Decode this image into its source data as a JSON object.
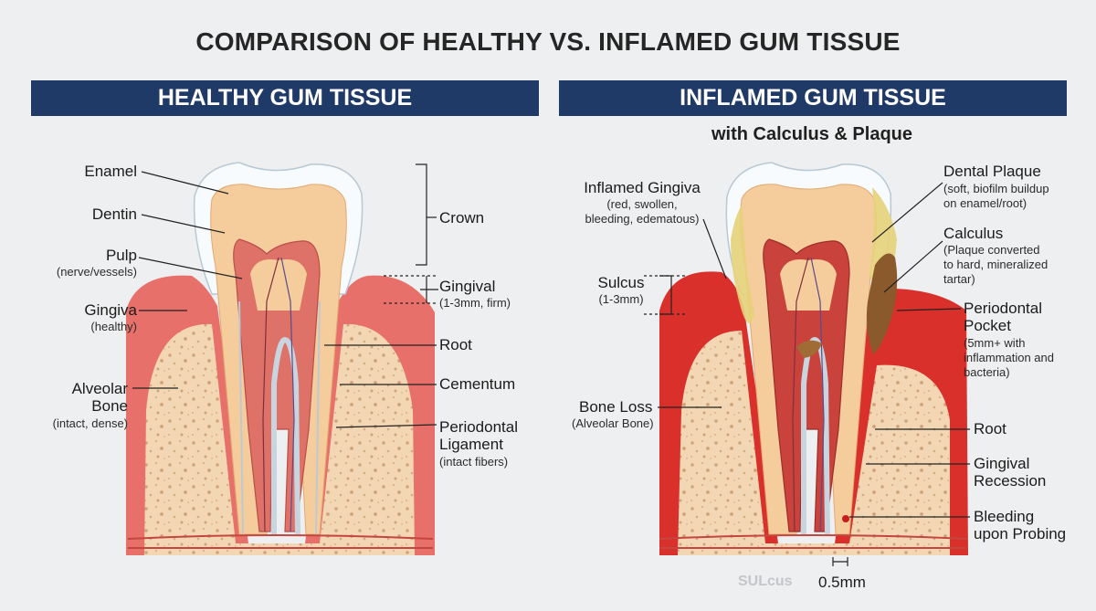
{
  "title": "COMPARISON OF HEALTHY VS. INFLAMED GUM TISSUE",
  "healthy": {
    "header": "HEALTHY GUM TISSUE",
    "labels": {
      "enamel": "Enamel",
      "dentin": "Dentin",
      "pulp": "Pulp",
      "pulp_note": "(nerve/vessels)",
      "gingiva": "Gingiva",
      "gingiva_note": "(healthy)",
      "alveolar_1": "Alveolar",
      "alveolar_2": "Bone",
      "alveolar_note": "(intact, dense)",
      "crown": "Crown",
      "gingival": "Gingival",
      "gingival_note": "(1-3mm, firm)",
      "root": "Root",
      "cementum": "Cementum",
      "pdl_1": "Periodontal",
      "pdl_2": "Ligament",
      "pdl_note": "(intact fibers)"
    }
  },
  "inflamed": {
    "header": "INFLAMED GUM TISSUE",
    "subtitle": "with Calculus & Plaque",
    "labels": {
      "inflamed_gingiva": "Inflamed Gingiva",
      "inflamed_note_1": "(red, swollen,",
      "inflamed_note_2": "bleeding, edematous)",
      "sulcus": "Sulcus",
      "sulcus_note": "(1-3mm)",
      "bone_loss": "Bone Loss",
      "bone_loss_note": "(Alveolar Bone)",
      "plaque": "Dental Plaque",
      "plaque_note_1": "(soft, biofilm buildup",
      "plaque_note_2": "on enamel/root)",
      "calculus": "Calculus",
      "calculus_note_1": "(Plaque converted",
      "calculus_note_2": "to hard, mineralized",
      "calculus_note_3": "tartar)",
      "pocket_1": "Periodontal",
      "pocket_2": "Pocket",
      "pocket_note_1": "(5mm+ with",
      "pocket_note_2": "inflammation and",
      "pocket_note_3": "bacteria)",
      "root": "Root",
      "recession_1": "Gingival",
      "recession_2": "Recession",
      "bleeding_1": "Bleeding",
      "bleeding_2": "upon Probing",
      "faint_label": "SULcus",
      "scale": "0.5mm"
    }
  },
  "colors": {
    "header_bg": "#203a67",
    "gum": "#e8706a",
    "gum_inflamed": "#d9302b",
    "bone": "#f3d7b4",
    "enamel": "#f7fbfd",
    "dentin": "#f5cc9c",
    "pulp": "#de7268",
    "plaque": "#e6d27a",
    "calculus": "#8a5a2c"
  }
}
